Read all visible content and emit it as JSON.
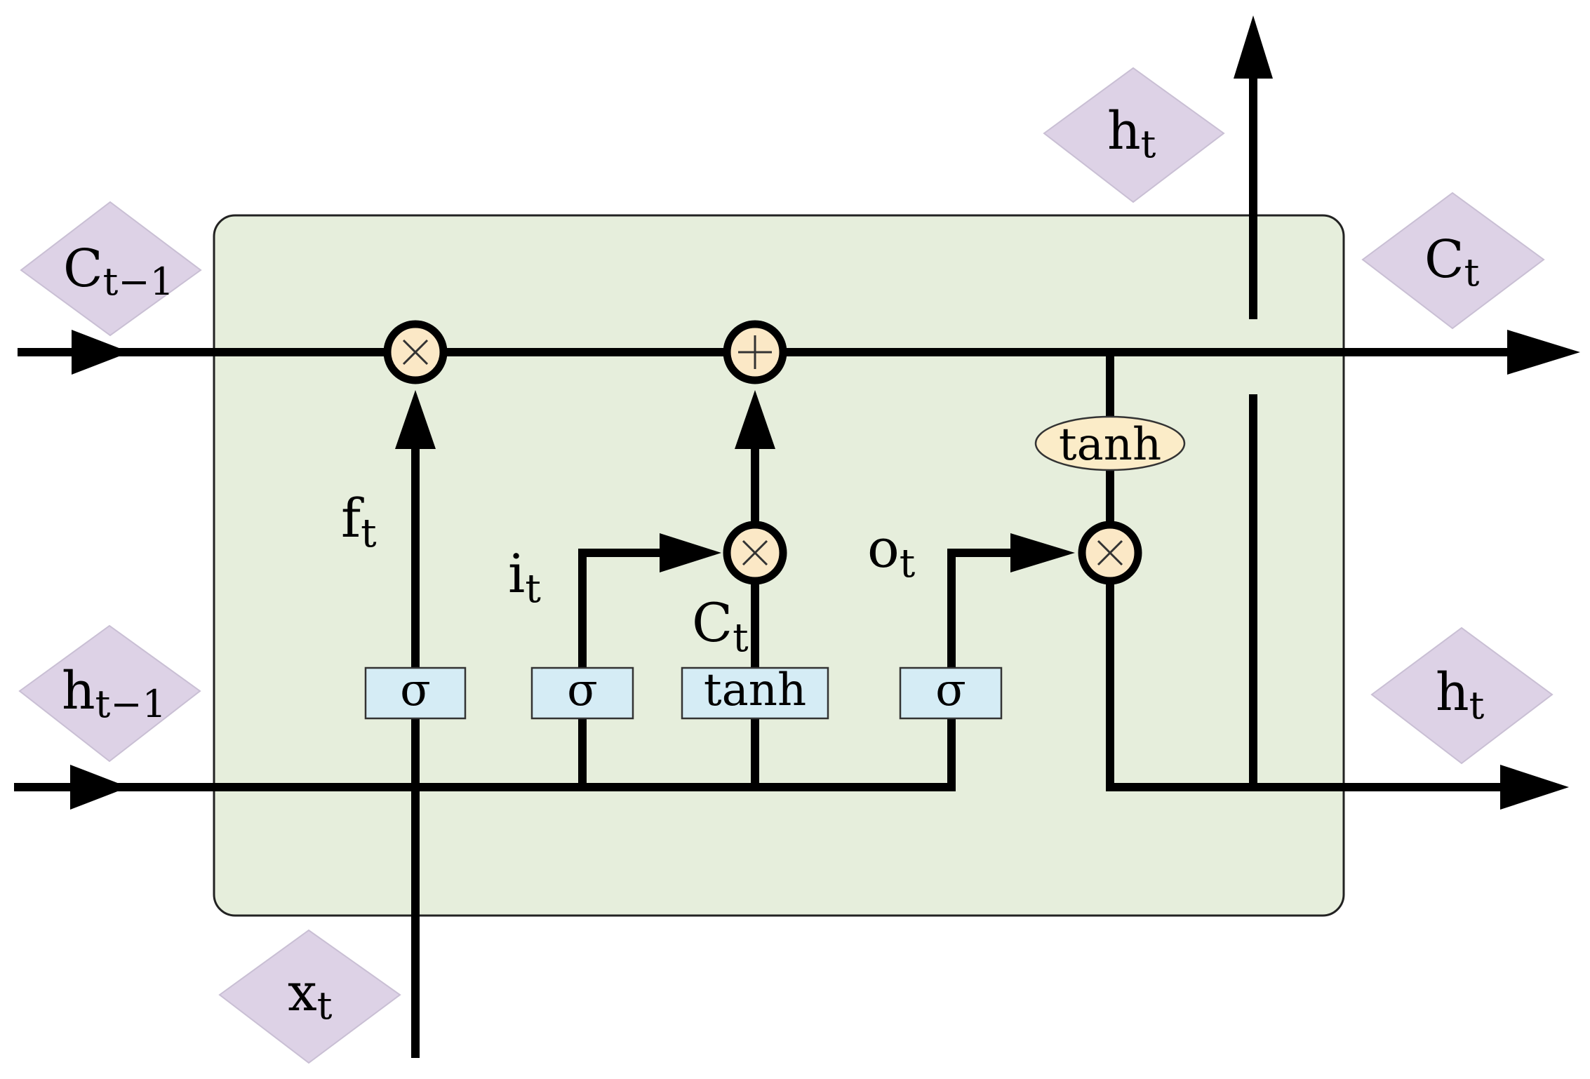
{
  "diagram": {
    "title": "",
    "io_tags": {
      "c_prev": {
        "base": "C",
        "sub": "t−1"
      },
      "h_prev": {
        "base": "h",
        "sub": "t−1"
      },
      "x_t": {
        "base": "x",
        "sub": "t"
      },
      "c_t": {
        "base": "C",
        "sub": "t"
      },
      "h_t_top": {
        "base": "h",
        "sub": "t"
      },
      "h_t_right": {
        "base": "h",
        "sub": "t"
      }
    },
    "gate_labels": {
      "forget": {
        "base": "f",
        "sub": "t"
      },
      "input": {
        "base": "i",
        "sub": "t"
      },
      "candidate": {
        "base": "C",
        "sub": "t"
      },
      "output": {
        "base": "o",
        "sub": "t"
      }
    },
    "activations": {
      "forget_gate": "σ",
      "input_gate": "σ",
      "candidate_gate": "tanh",
      "output_gate": "σ",
      "cell_output": "tanh"
    },
    "operators": {
      "forget_multiply": "multiply",
      "cell_add": "add",
      "input_multiply": "multiply",
      "output_multiply": "multiply"
    },
    "colors": {
      "cell_fill": "#e6eedc",
      "tag_fill": "#ddd2e6",
      "operator_fill": "#fbe8c6",
      "gate_fill": "#d5ecf5",
      "tanh_ellipse_fill": "#fbecc8"
    }
  }
}
